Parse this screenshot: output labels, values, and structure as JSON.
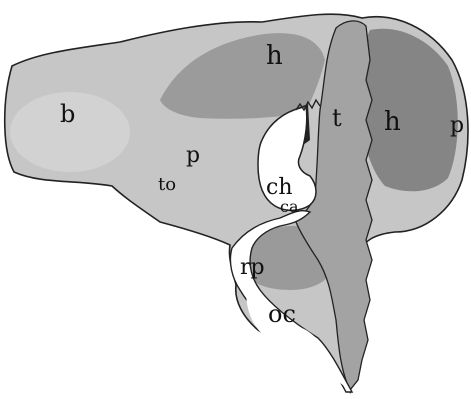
{
  "colors": {
    "background": "#ffffff",
    "outline": "#222222",
    "light_gray": "#c2c2c2",
    "mid_gray": "#9d9d9d",
    "dark_gray": "#7f7f7f",
    "cavity_white": "#ffffff"
  },
  "labels": {
    "b": "b",
    "h_left": "h",
    "h_right": "h",
    "t": "t",
    "p_left": "p",
    "p_right": "p",
    "to": "to",
    "ch": "ch",
    "ca": "ca",
    "rp": "rp",
    "oc": "oc"
  }
}
